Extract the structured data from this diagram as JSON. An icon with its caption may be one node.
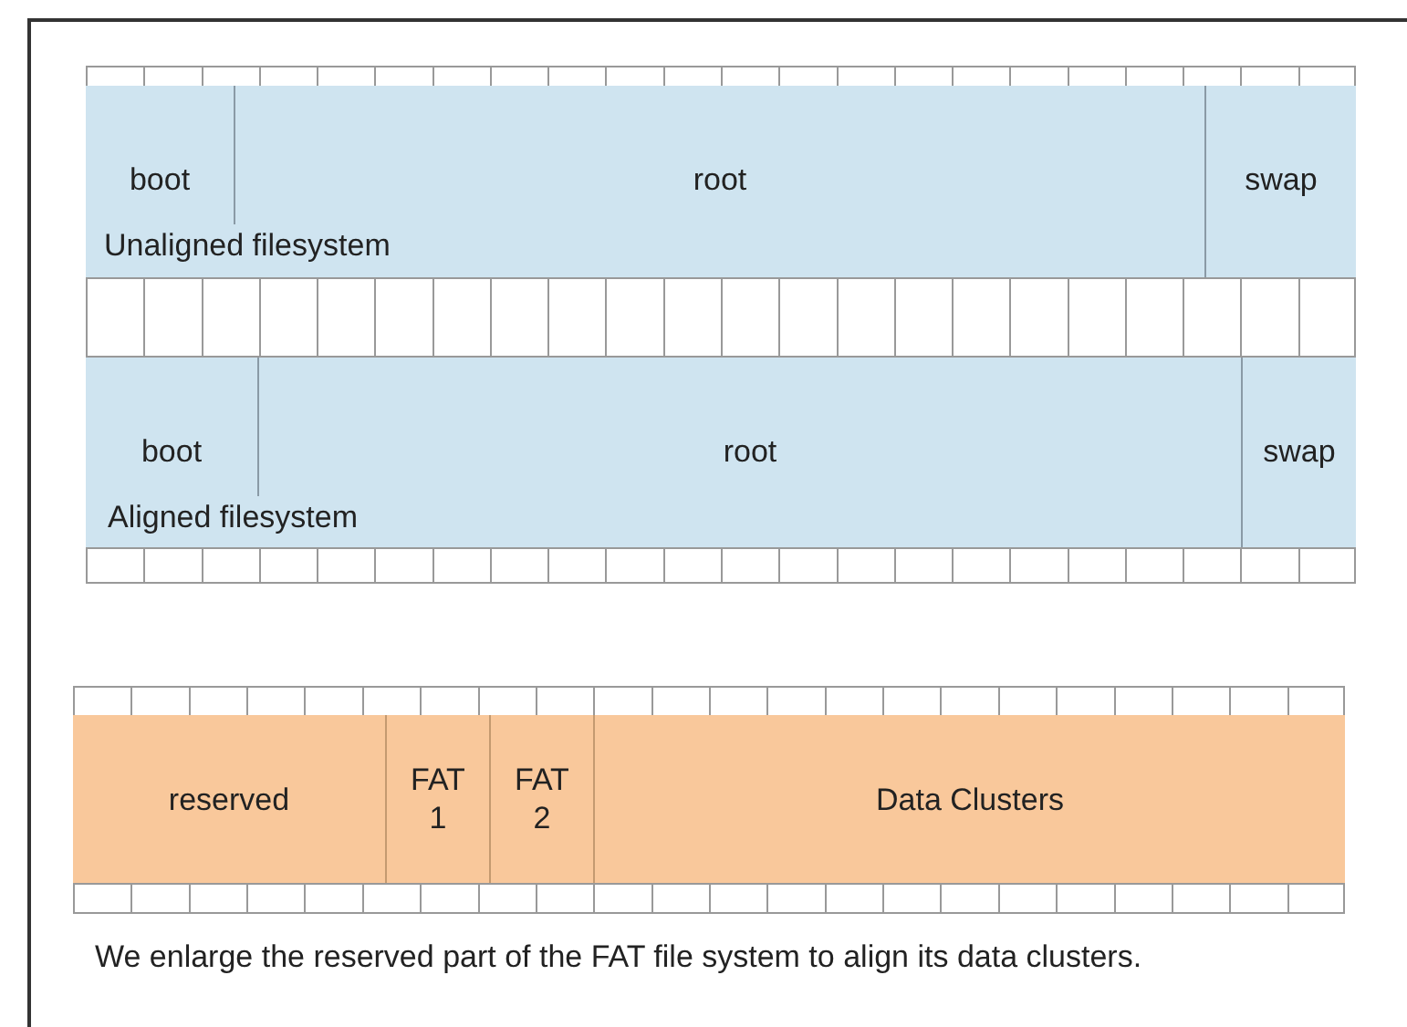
{
  "diagram": {
    "caption": "We enlarge the reserved part of the FAT file system to align its data clusters.",
    "nodes": [
      {
        "text": [
          "Unaligned filesystem"
        ]
      },
      {
        "text": [
          "boot"
        ],
        "in": 0
      },
      {
        "text": [
          "root"
        ],
        "in": 0
      },
      {
        "text": [
          "swap"
        ],
        "in": 0
      },
      {
        "text": [
          "Aligned filesystem"
        ]
      },
      {
        "text": [
          "boot"
        ],
        "in": 4
      },
      {
        "text": [
          "root"
        ],
        "in": 4
      },
      {
        "text": [
          "swap"
        ],
        "in": 4
      },
      {
        "text": [
          "reserved"
        ]
      },
      {
        "text": [
          "FAT 1"
        ]
      },
      {
        "text": [
          "FAT 2"
        ]
      },
      {
        "text": [
          "Data Clusters"
        ]
      }
    ]
  }
}
